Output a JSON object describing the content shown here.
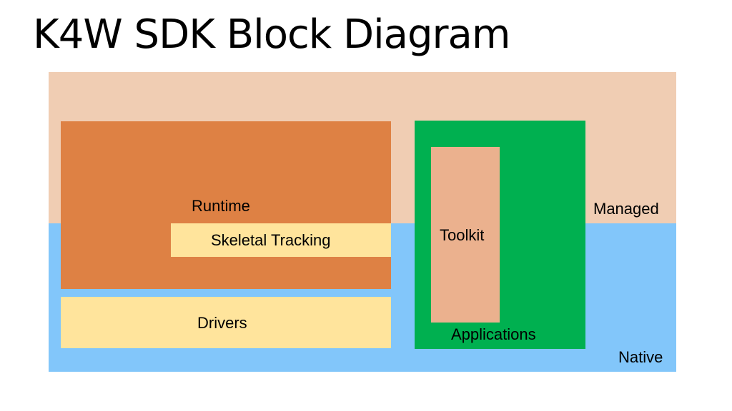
{
  "title": "K4W SDK Block Diagram",
  "layers": {
    "managed": {
      "label": "Managed",
      "color": "#F0CDB3"
    },
    "native": {
      "label": "Native",
      "color": "#82C6FA"
    }
  },
  "blocks": {
    "runtime": {
      "label": "Runtime",
      "color": "#DE8144"
    },
    "skeletal_tracking": {
      "label": "Skeletal Tracking",
      "color": "#FFE49C"
    },
    "drivers": {
      "label": "Drivers",
      "color": "#FFE49C"
    },
    "applications": {
      "label": "Applications",
      "color": "#00B050"
    },
    "toolkit": {
      "label": "Toolkit",
      "color": "#EBB18E"
    }
  }
}
